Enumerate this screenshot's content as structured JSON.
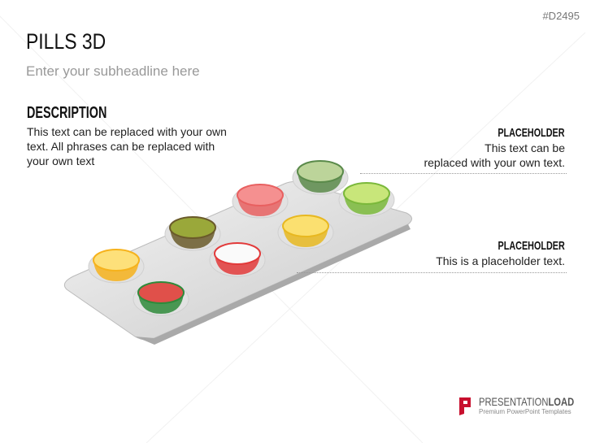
{
  "slide_code": "#D2495",
  "title": "PILLS 3D",
  "subheadline": "Enter your subheadline here",
  "description": {
    "heading": "DESCRIPTION",
    "text": "This text can be replaced with your own text. All phrases can be replaced with your own text"
  },
  "placeholders": [
    {
      "heading": "PLACEHOLDER",
      "line1": "This text can be",
      "line2": "replaced with your own text."
    },
    {
      "heading": "PLACEHOLDER",
      "line1": "This is a placeholder text."
    }
  ],
  "logo": {
    "brand_light": "PRESENTATION",
    "brand_bold": "LOAD",
    "tagline": "Premium PowerPoint Templates"
  },
  "colors": {
    "accent": "#c8102e"
  }
}
